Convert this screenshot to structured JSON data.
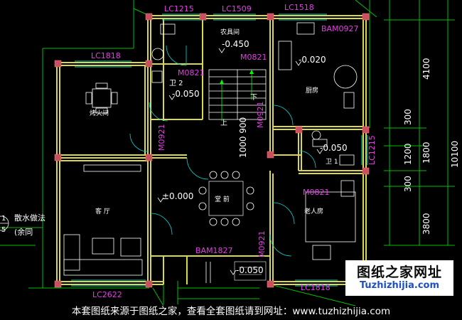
{
  "windows": {
    "lc1215_top": "LC1215",
    "lc1509": "LC1509",
    "lc1518": "LC1518",
    "lc1818": "LC1818",
    "lc1215_side": "LC1215",
    "lc2622": "LC2622",
    "lc1818_bottom": "LC1818"
  },
  "doors": {
    "bam0927": "BAM0927",
    "m0821_bath": "M0821",
    "m0821_storage": "M0821",
    "m0921_stair": "M0921",
    "m0921_left": "M0921",
    "m0821_right": "M0821",
    "m0921_bottom": "M0921",
    "bam1827": "BAM1827"
  },
  "rooms": {
    "storage": "农具间",
    "bath2": "卫 2",
    "bath1": "卫 1",
    "kitchen": "厨房",
    "fire_room": "烤火间",
    "living": "客  厅",
    "dining": "堂  前",
    "elder": "老人房"
  },
  "elevations": {
    "storage": "-0.450",
    "kitchen": "-0.020",
    "bath2": "-0.050",
    "bath1": "-0.050",
    "living": "±0.000",
    "entry": "-0.050"
  },
  "stair": {
    "up": "上",
    "down": "下",
    "step_dims": "1000  900"
  },
  "dimensions": {
    "d4100": "4100",
    "d300_upper": "300",
    "d1200": "1200",
    "d1800": "1800",
    "d10100": "10100",
    "d300_lower": "300",
    "d3800": "3800"
  },
  "annotations": {
    "callout_top": "1",
    "callout_bottom": "5",
    "drainage": "散水做法",
    "drainage_note": "(余同"
  },
  "watermark": {
    "title": "图纸之家网址",
    "url": "Tuzhizhijia.com"
  },
  "footer": "本套图纸来源于图纸之家，查看全套图纸请到网址：www.tuzhizhijia.com",
  "colors": {
    "background": "#000000",
    "wall": "#d8d84a",
    "label_magenta": "#e040e0",
    "text_white": "#ffffff",
    "dimension_green": "#00e000",
    "furniture_cyan": "#00d8d8",
    "column_red": "#c85060"
  }
}
